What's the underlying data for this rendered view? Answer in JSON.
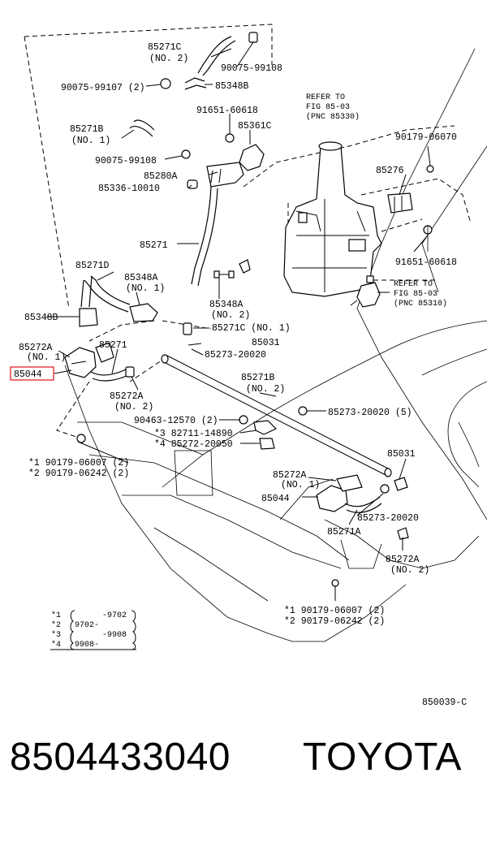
{
  "diagram": {
    "highlight_color": "#e0323a",
    "labels": {
      "p85271c_no2": "85271C",
      "p85271c_no2_sub": "(NO. 2)",
      "p90075_99108_top": "90075-99108",
      "p90075_99107": "90075-99107 (2)",
      "p85348b_top": "85348B",
      "p91651_60618_top": "91651-60618",
      "p85361c": "85361C",
      "p85271b_no1": "85271B",
      "p85271b_no1_sub": "(NO. 1)",
      "p90075_99108_mid": "90075-99108",
      "p85280a": "85280A",
      "p85336_10010": "85336-10010",
      "refer_top_1": "REFER TO",
      "refer_top_2": "FIG 85-03",
      "refer_top_3": "(PNC 85330)",
      "p90179_06070": "90179-06070",
      "p85276": "85276",
      "p85271": "85271",
      "p91651_60618_right": "91651-60618",
      "p85271d": "85271D",
      "p85348a_no1": "85348A",
      "p85348a_no1_sub": "(NO. 1)",
      "refer_bot_1": "REFER TO",
      "refer_bot_2": "FIG 85-03",
      "refer_bot_3": "(PNC 85310)",
      "p85348b_left": "85348B",
      "p85348a_no2": "85348A",
      "p85348a_no2_sub": "(NO. 2)",
      "p85271c_no1": "85271C (NO. 1)",
      "p85272a_no1_left": "85272A",
      "p85272a_no1_left_sub": "(NO. 1)",
      "p85271_left": "85271",
      "p85031_top": "85031",
      "p85273_20020_top": "85273-20020",
      "p85044_highlight": "85044",
      "p85271b_no2": "85271B",
      "p85271b_no2_sub": "(NO. 2)",
      "p85272a_no2_left": "85272A",
      "p85272a_no2_left_sub": "(NO. 2)",
      "p85273_20020_5": "85273-20020 (5)",
      "p90463_12570": "90463-12570 (2)",
      "m3_82711": "*3 82711-14890",
      "m4_85272": "*4 85272-20050",
      "p85031_right": "85031",
      "m1_left": "*1 90179-06007 (2)",
      "m2_left": "*2 90179-06242 (2)",
      "p85272a_no1_mid": "85272A",
      "p85272a_no1_mid_sub": "(NO. 1)",
      "p85044_mid": "85044",
      "p85273_20020_bot": "85273-20020",
      "p85271a": "85271A",
      "p85272a_no2_right": "85272A",
      "p85272a_no2_right_sub": "(NO. 2)",
      "m1_right": "*1 90179-06007 (2)",
      "m2_right": "*2 90179-06242 (2)",
      "legend_1_key": "*1",
      "legend_1_val": "-9702",
      "legend_2_key": "*2",
      "legend_2_val": "9702-",
      "legend_3_key": "*3",
      "legend_3_val": "-9908",
      "legend_4_key": "*4",
      "legend_4_val": "9908-",
      "figure_code": "850039-C"
    }
  },
  "footer": {
    "part_number": "8504433040",
    "brand": "TOYOTA"
  }
}
